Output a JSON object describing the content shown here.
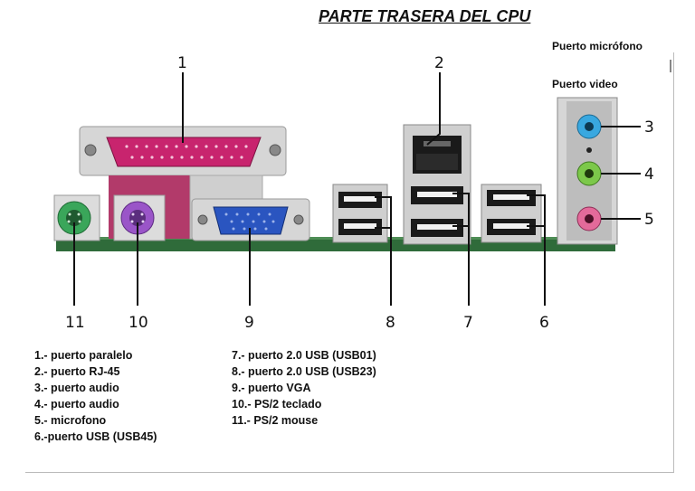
{
  "title": "PARTE TRASERA DEL CPU",
  "side_labels": [
    "Puerto micrófono",
    "Puerto video"
  ],
  "callouts": [
    "1",
    "2",
    "3",
    "4",
    "5",
    "6",
    "7",
    "8",
    "9",
    "10",
    "11"
  ],
  "legend_left": [
    "1.- puerto paralelo",
    "2.- puerto RJ-45",
    "3.- puerto audio",
    "4.- puerto audio",
    "5.- microfono",
    "6.-puerto USB (USB45)"
  ],
  "legend_right": [
    "7.- puerto 2.0 USB (USB01)",
    "8.- puerto 2.0 USB (USB23)",
    "9.- puerto VGA",
    "10.- PS/2 teclado",
    "11.- PS/2 mouse"
  ],
  "colors": {
    "parallel": "#c8246e",
    "ps2_mouse": "#3aa65a",
    "ps2_keyboard": "#9a55c8",
    "vga": "#2a55c0",
    "audio_line_in": "#39a8e0",
    "audio_line_out": "#7cc84a",
    "microphone": "#e36a9a",
    "board": "#2f6b3a"
  }
}
